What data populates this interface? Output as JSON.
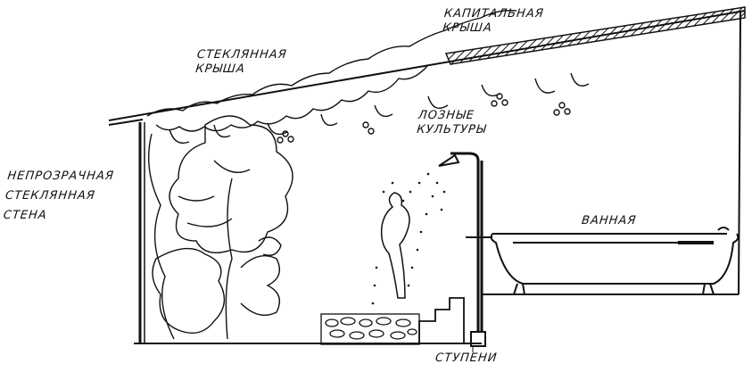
{
  "labels": {
    "capital_roof": [
      "КАПИТАЛЬНАЯ",
      "КРЫША"
    ],
    "glass_roof": [
      "СТЕКЛЯННАЯ",
      "КРЫША"
    ],
    "vine_crops": [
      "ЛОЗНЫЕ",
      "КУЛЬТУРЫ"
    ],
    "opaque_glass_wall": [
      "НЕПРОЗРАЧНАЯ",
      "СТЕКЛЯННАЯ",
      "СТЕНА"
    ],
    "bathtub": "ВАННАЯ",
    "steps": "СТУПЕНИ"
  }
}
